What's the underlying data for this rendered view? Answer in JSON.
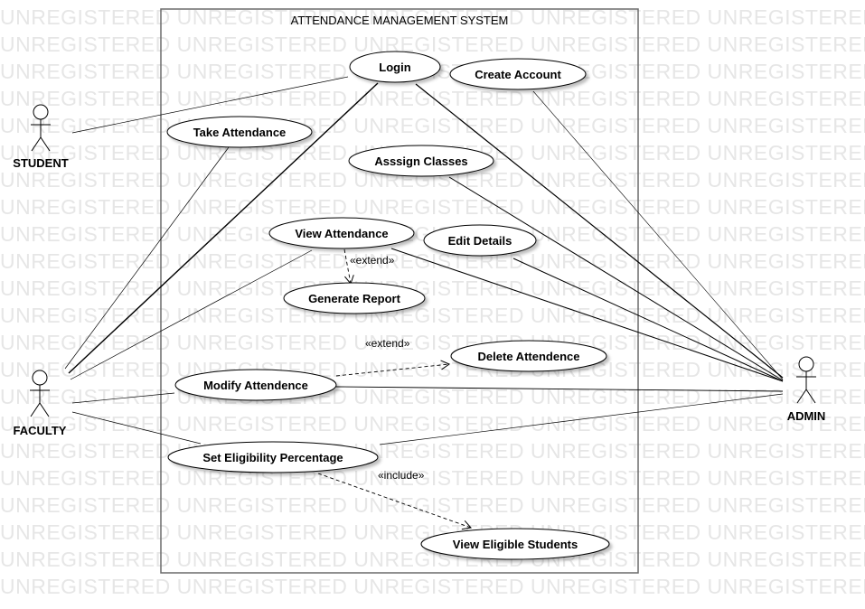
{
  "watermark_text": "UNREGISTERED",
  "system": {
    "title": "ATTENDANCE MANAGEMENT SYSTEM"
  },
  "actors": {
    "student": "STUDENT",
    "faculty": "FACULTY",
    "admin": "ADMIN"
  },
  "use_cases": {
    "login": "Login",
    "create_account": "Create Account",
    "take_attendance": "Take Attendance",
    "assign_classes": "Asssign Classes",
    "view_attendance": "View Attendance",
    "edit_details": "Edit Details",
    "generate_report": "Generate Report",
    "delete_attendence": "Delete Attendence",
    "modify_attendence": "Modify Attendence",
    "set_eligibility": "Set Eligibility Percentage",
    "view_eligible": "View Eligible Students"
  },
  "stereotypes": {
    "extend_report": "«extend»",
    "extend_delete": "«extend»",
    "include_eligible": "«include»"
  }
}
